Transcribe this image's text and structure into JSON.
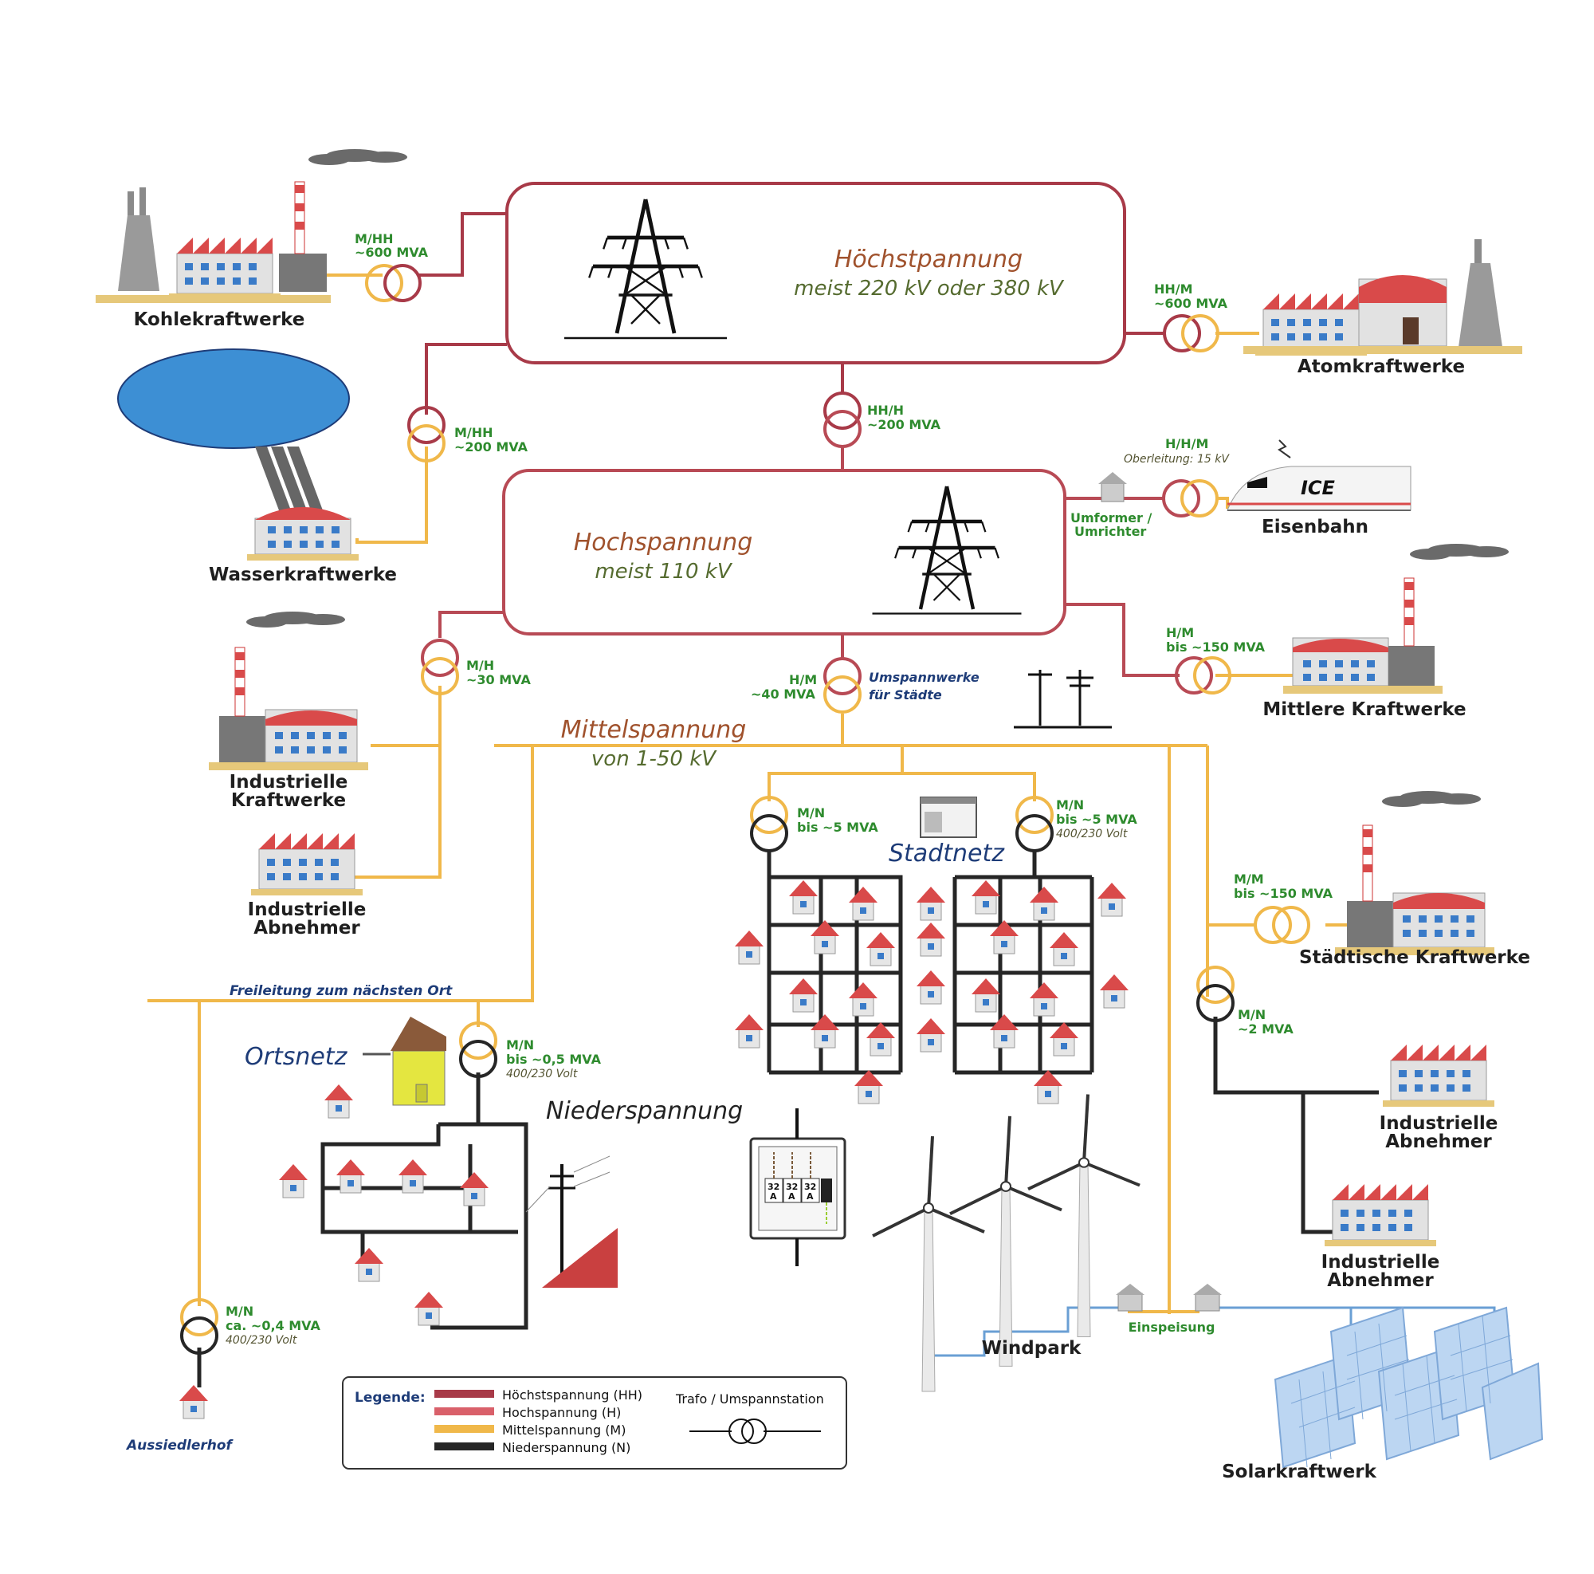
{
  "levels": {
    "hoechst": {
      "title": "Höchstpannung",
      "sub": "meist 220 kV oder 380 kV"
    },
    "hoch": {
      "title": "Hochspannung",
      "sub": "meist 110 kV"
    },
    "mittel": {
      "title": "Mittelspannung",
      "sub": "von 1-50 kV"
    },
    "nieder": {
      "title": "Niederspannung"
    }
  },
  "plants": {
    "kohle": "Kohlekraftwerke",
    "atom": "Atomkraftwerke",
    "wasser": "Wasserkraftwerke",
    "eisenbahn": "Eisenbahn",
    "ice": "ICE",
    "mittlere": "Mittlere Kraftwerke",
    "ind_kw_1": "Industrielle",
    "ind_kw_2": "Kraftwerke",
    "ind_ab_1": "Industrielle",
    "ind_ab_2": "Abnehmer",
    "staedtische": "Städtische Kraftwerke",
    "windpark": "Windpark",
    "solar": "Solarkraftwerk",
    "aussiedlerhof": "Aussiedlerhof"
  },
  "trafos": {
    "kohle": {
      "l1": "M/HH",
      "l2": "~600 MVA"
    },
    "atom": {
      "l1": "HH/M",
      "l2": "~600 MVA"
    },
    "wasser": {
      "l1": "M/HH",
      "l2": "~200 MVA"
    },
    "hh_h": {
      "l1": "HH/H",
      "l2": "~200 MVA"
    },
    "bahn": {
      "l1": "H/H/M",
      "l2": "Oberleitung: 15 kV"
    },
    "mittlere": {
      "l1": "H/M",
      "l2": "bis ~150 MVA"
    },
    "ind_kw": {
      "l1": "M/H",
      "l2": "~30 MVA"
    },
    "stadt_uw": {
      "l1": "H/M",
      "l2": "~40 MVA"
    },
    "stadt_left": {
      "l1": "M/N",
      "l2": "bis ~5 MVA"
    },
    "stadt_right": {
      "l1": "M/N",
      "l2": "bis ~5 MVA",
      "l3": "400/230 Volt"
    },
    "staedtische": {
      "l1": "M/M",
      "l2": "bis ~150 MVA"
    },
    "ind_ab": {
      "l1": "M/N",
      "l2": "~2 MVA"
    },
    "ort": {
      "l1": "M/N",
      "l2": "bis ~0,5 MVA",
      "l3": "400/230 Volt"
    },
    "aussiedler": {
      "l1": "M/N",
      "l2": "ca. ~0,4 MVA",
      "l3": "400/230 Volt"
    }
  },
  "labels": {
    "umformer_1": "Umformer /",
    "umformer_2": "Umrichter",
    "umspannwerke_1": "Umspannwerke",
    "umspannwerke_2": "für Städte",
    "stadtnetz": "Stadtnetz",
    "ortsnetz": "Ortsnetz",
    "freileitung": "Freileitung zum nächsten Ort",
    "einspeisung": "Einspeisung",
    "fuse_1": "32",
    "fuse_2": "32",
    "fuse_3": "32",
    "fuse_a": "A"
  },
  "legend": {
    "title": "Legende:",
    "items": [
      {
        "label": "Höchstspannung (HH)",
        "color": "#a83a48"
      },
      {
        "label": "Hochspannung (H)",
        "color": "#d9606a"
      },
      {
        "label": "Mittelspannung (M)",
        "color": "#f0b84a"
      },
      {
        "label": "Niederspannung (N)",
        "color": "#262626"
      }
    ],
    "trafo_title": "Trafo / Umspannstation"
  },
  "colors": {
    "hoechst": "#a83a48",
    "hoch": "#b84a55",
    "mittel": "#f0b84a",
    "nieder": "#262626",
    "label_green": "#2e8b2e",
    "title_brown": "#a0522d"
  }
}
